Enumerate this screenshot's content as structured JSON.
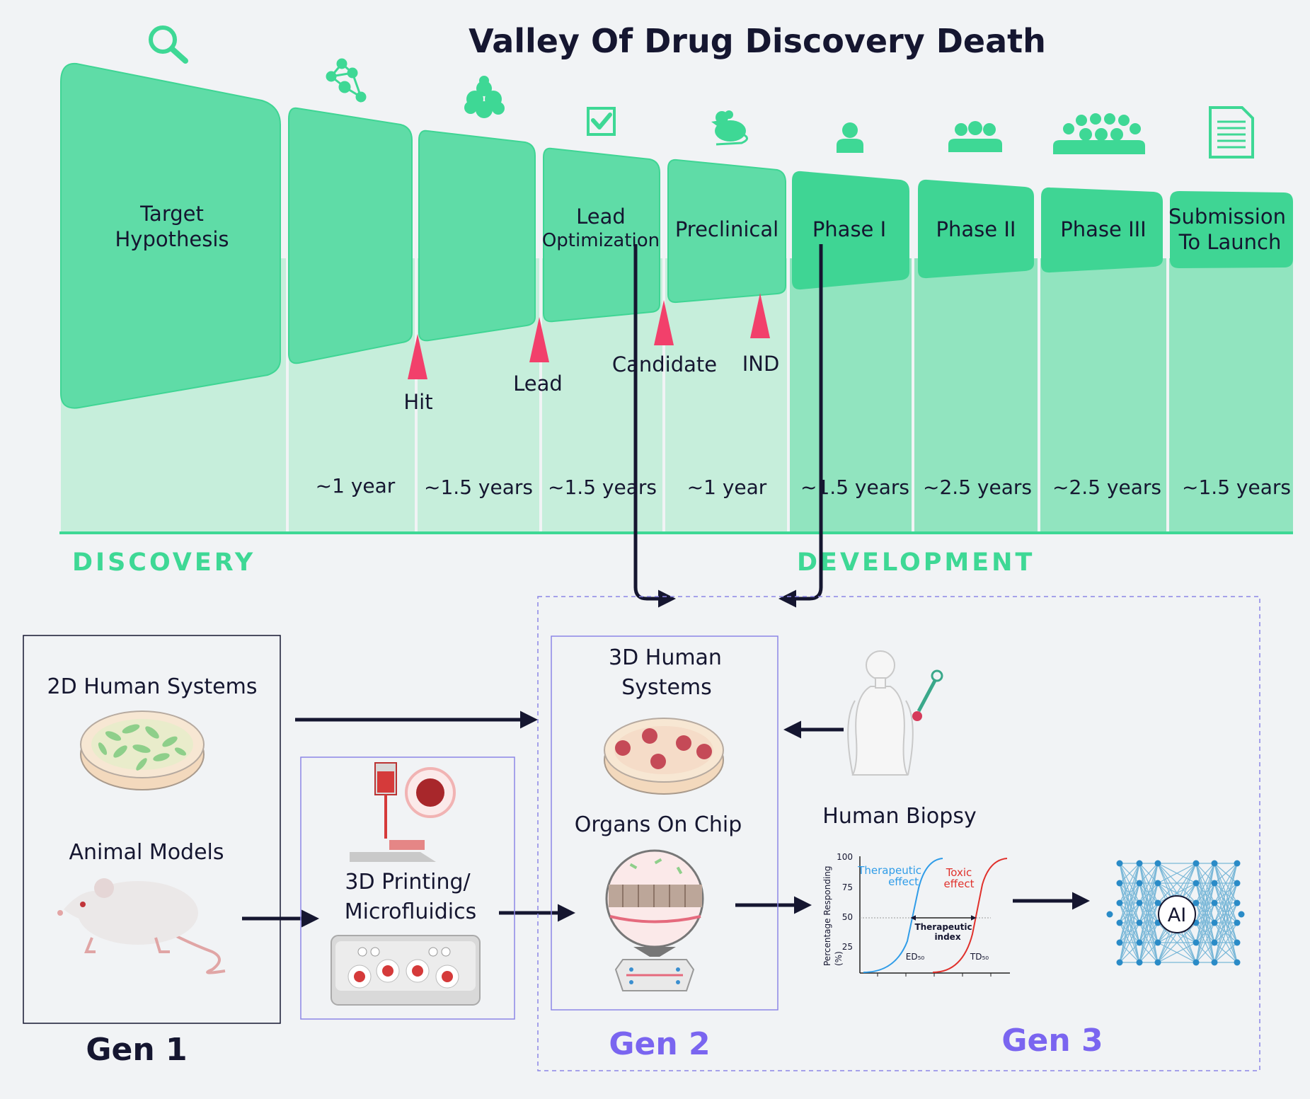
{
  "title": "Valley Of Drug Discovery Death",
  "stages": [
    {
      "lines": [
        "Target",
        "Hypothesis"
      ],
      "icon": "magnifier-icon"
    },
    {
      "lines": [],
      "icon": "molecule-network-icon"
    },
    {
      "lines": [],
      "icon": "compound-cluster-icon"
    },
    {
      "lines": [
        "Lead",
        "Optimization"
      ],
      "icon": "checkbox-icon"
    },
    {
      "lines": [
        "Preclinical"
      ],
      "icon": "mouse-icon"
    },
    {
      "lines": [
        "Phase I"
      ],
      "icon": "single-person-icon"
    },
    {
      "lines": [
        "Phase II"
      ],
      "icon": "small-group-icon"
    },
    {
      "lines": [
        "Phase III"
      ],
      "icon": "large-group-icon"
    },
    {
      "lines": [
        "Submission",
        "To Launch"
      ],
      "icon": "document-icon"
    }
  ],
  "milestones": [
    "Hit",
    "Lead",
    "Candidate",
    "IND"
  ],
  "durations": [
    "~1 year",
    "~1.5 years",
    "~1.5 years",
    "~1 year",
    "~1.5 years",
    "~2.5 years",
    "~2.5 years",
    "~1.5 years"
  ],
  "phases": {
    "discovery": "DISCOVERY",
    "development": "DEVELOPMENT"
  },
  "gen1": {
    "label": "Gen 1",
    "items": [
      "2D Human Systems",
      "Animal Models"
    ]
  },
  "gen2": {
    "label": "Gen 2",
    "printing": [
      "3D Printing/",
      "Microfluidics"
    ],
    "human3d": [
      "3D Human",
      "Systems"
    ],
    "organs": "Organs On Chip"
  },
  "gen3": {
    "label": "Gen 3",
    "biopsy": "Human Biopsy",
    "ai": "AI"
  },
  "dose_response": {
    "ylabel_1": "Percentage Responding",
    "ylabel_2": "(%)",
    "yticks": [
      "100",
      "75",
      "50",
      "25"
    ],
    "therapeutic": [
      "Therapeutic",
      "effect"
    ],
    "toxic": [
      "Toxic",
      "effect"
    ],
    "index": [
      "Therapeutic",
      "index"
    ],
    "ed": "ED₅₀",
    "td": "TD₅₀"
  },
  "colors": {
    "green": "#3ed895",
    "green_light": "#c6eedb",
    "navy": "#151630",
    "purple": "#7a65f0",
    "pink": "#f2406b"
  }
}
